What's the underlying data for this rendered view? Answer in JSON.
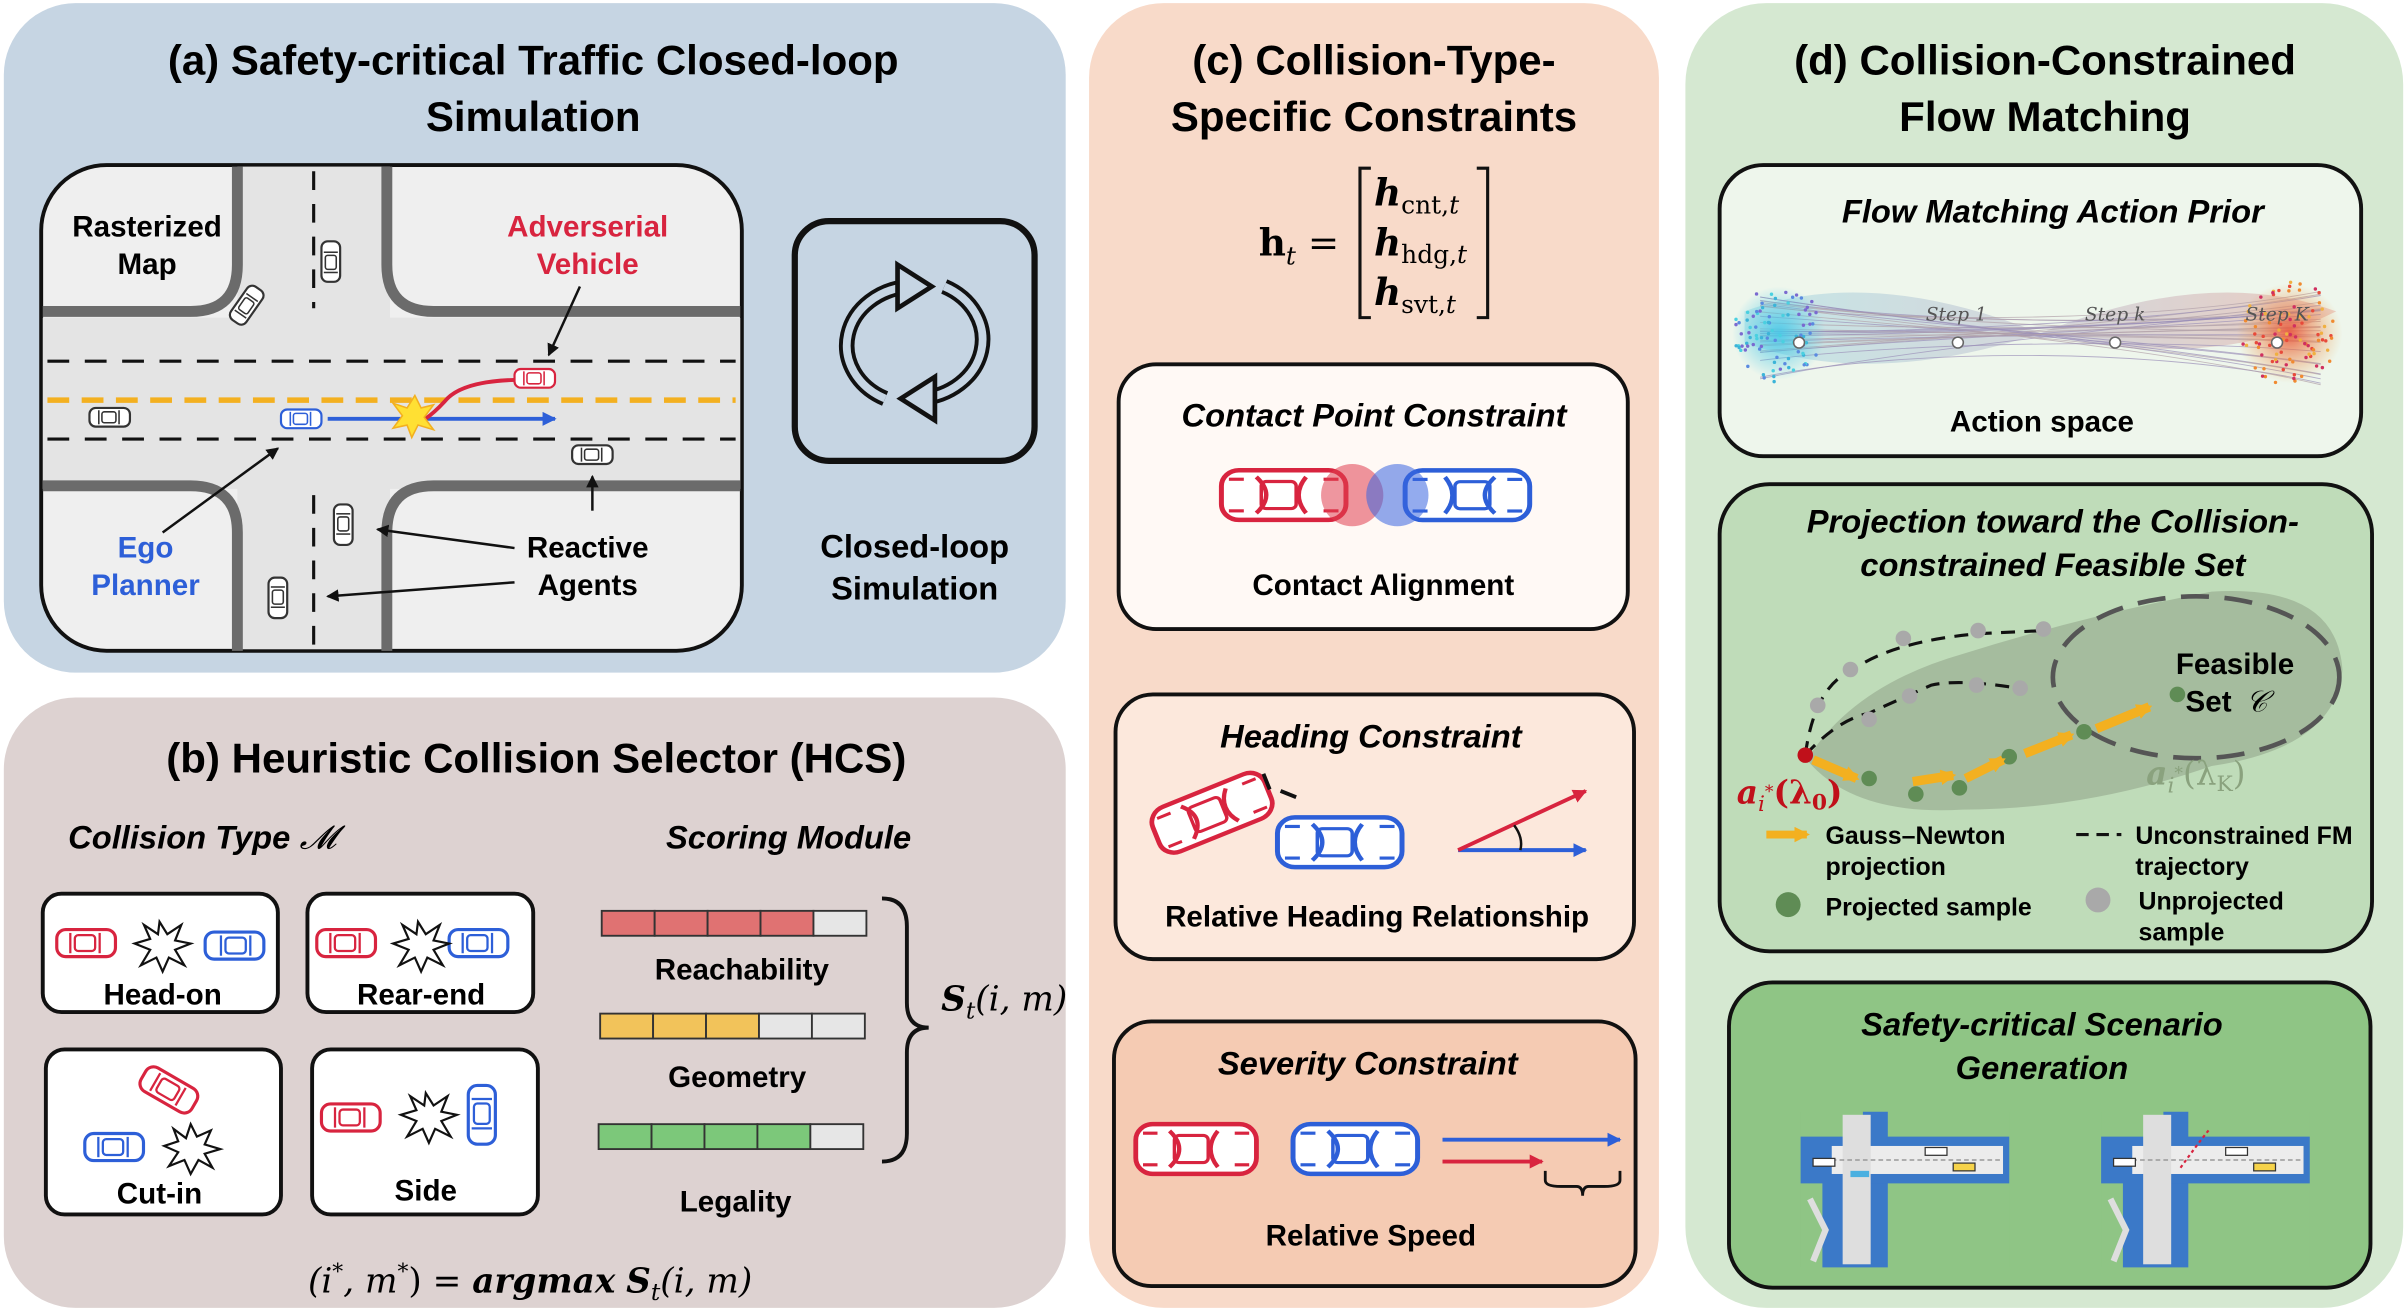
{
  "colors": {
    "panel_a_bg": "#c6d5e3",
    "panel_b_bg": "#ddd2d1",
    "panel_c_bg": "#f8dac9",
    "panel_d_bg": "#d5e8d1",
    "adversarial": "#d8243f",
    "ego": "#2d5fd8",
    "lane_yellow": "#f3b020",
    "bar_red": "#e07272",
    "bar_yellow": "#f2c35a",
    "bar_green": "#7cc87a",
    "projected": "#5f8c55",
    "unprojected": "#a9a9a9"
  },
  "panel_a": {
    "title_line1": "(a) Safety-critical Traffic Closed-loop",
    "title_line2": "Simulation",
    "rasterized_map_line1": "Rasterized",
    "rasterized_map_line2": "Map",
    "adversarial_line1": "Adverserial",
    "adversarial_line2": "Vehicle",
    "ego_line1": "Ego",
    "ego_line2": "Planner",
    "reactive_line1": "Reactive",
    "reactive_line2": "Agents",
    "closed_loop_line1": "Closed-loop",
    "closed_loop_line2": "Simulation",
    "icons": [
      "closed-loop-cycle-icon"
    ]
  },
  "panel_b": {
    "title": "(b) Heuristic Collision Selector (HCS)",
    "collision_type_label": "Collision Type",
    "collision_type_symbol": "𝓜",
    "scoring_module_label": "Scoring Module",
    "collision_types": [
      "Head-on",
      "Rear-end",
      "Cut-in",
      "Side"
    ],
    "scores": [
      {
        "name": "Reachability",
        "filled": 4,
        "total": 5
      },
      {
        "name": "Geometry",
        "filled": 3,
        "total": 5
      },
      {
        "name": "Legality",
        "filled": 4,
        "total": 5
      }
    ],
    "score_symbol_s": "S",
    "score_symbol_args": "(i, m)",
    "score_symbol_sub": "t",
    "argmax_lhs": "(i",
    "argmax_star1": "*",
    "argmax_mid": ", m",
    "argmax_star2": "*",
    "argmax_eq": ") = ",
    "argmax_word": "argmax",
    "argmax_s": "S",
    "argmax_sub": "t",
    "argmax_args": "(i, m)"
  },
  "panel_c": {
    "title_line1": "(c) Collision-Type-",
    "title_line2": "Specific Constraints",
    "eq_lhs": "h",
    "eq_lhs_sub": "t",
    "eq_rows": [
      {
        "var": "h",
        "sub": "cnt,",
        "sub_t": "t"
      },
      {
        "var": "h",
        "sub": "hdg,",
        "sub_t": "t"
      },
      {
        "var": "h",
        "sub": "svt,",
        "sub_t": "t"
      }
    ],
    "contact_title": "Contact Point Constraint",
    "contact_caption": "Contact Alignment",
    "heading_title": "Heading Constraint",
    "heading_caption": "Relative Heading Relationship",
    "severity_title": "Severity Constraint",
    "severity_caption": "Relative Speed"
  },
  "panel_d": {
    "title_line1": "(d) Collision-Constrained",
    "title_line2": "Flow Matching",
    "flow_title": "Flow Matching Action Prior",
    "flow_steps": [
      "Step 1",
      "Step k",
      "Step K"
    ],
    "action_space": "Action space",
    "projection_title_line1": "Projection toward the Collision-",
    "projection_title_line2": "constrained Feasible Set",
    "feasible_line1": "Feasible",
    "feasible_line2": "Set",
    "feasible_symbol": "𝒞",
    "a0_var": "a",
    "a0_sub": "i",
    "a0_star": "*",
    "a0_arg": "(λ",
    "a0_argsub": "0",
    "a0_close": ")",
    "aK_var": "a",
    "aK_sub": "i",
    "aK_star": "*",
    "aK_arg": "(λ",
    "aK_argsub": "K",
    "aK_close": ")",
    "legend_gn_line1": "Gauss–Newton",
    "legend_gn_line2": "projection",
    "legend_fm_line1": "Unconstrained FM",
    "legend_fm_line2": "trajectory",
    "legend_proj": "Projected sample",
    "legend_unproj_line1": "Unprojected",
    "legend_unproj_line2": "sample",
    "scenario_title_line1": "Safety-critical Scenario",
    "scenario_title_line2": "Generation"
  }
}
